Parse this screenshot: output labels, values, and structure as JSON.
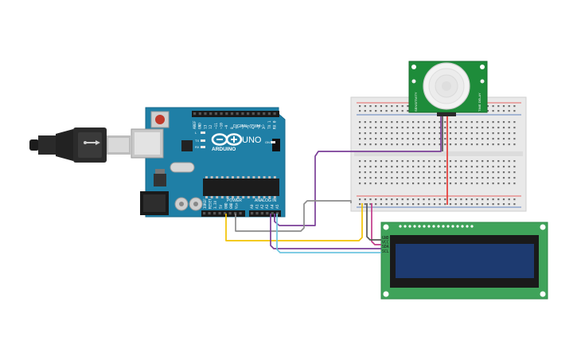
{
  "arduino": {
    "brand": "ARDUINO",
    "model": "UNO",
    "digital_header": "DIGITAL (PWM~)",
    "power_header": "POWER",
    "analog_header": "ANALOG IN",
    "pin_labels_digital": [
      "AREF",
      "GND",
      "13",
      "12",
      "~11",
      "~10",
      "~9",
      "8",
      "7",
      "~6",
      "~5",
      "4",
      "~3",
      "2",
      "TX 1",
      "RX 0"
    ],
    "pin_labels_power": [
      "IOREF",
      "RESET",
      "3.3V",
      "5V",
      "GND",
      "GND",
      "Vin"
    ],
    "pin_labels_analog": [
      "A0",
      "A1",
      "A2",
      "A3",
      "A4",
      "A5"
    ],
    "led_labels": [
      "L",
      "TX",
      "RX",
      "ON"
    ]
  },
  "pir_sensor": {
    "left_label": "SENSITIVITY",
    "right_label": "TIME DELAY"
  },
  "lcd": {
    "pin_labels": [
      "GND",
      "VCC",
      "SDA",
      "SCL"
    ]
  },
  "wires": {
    "purple": "#7b3f98",
    "yellow": "#f2c200",
    "gray": "#8c8c8c",
    "cyan": "#6ec6e0",
    "pink": "#c23b8a",
    "red": "#e53935",
    "dark": "#555555"
  }
}
